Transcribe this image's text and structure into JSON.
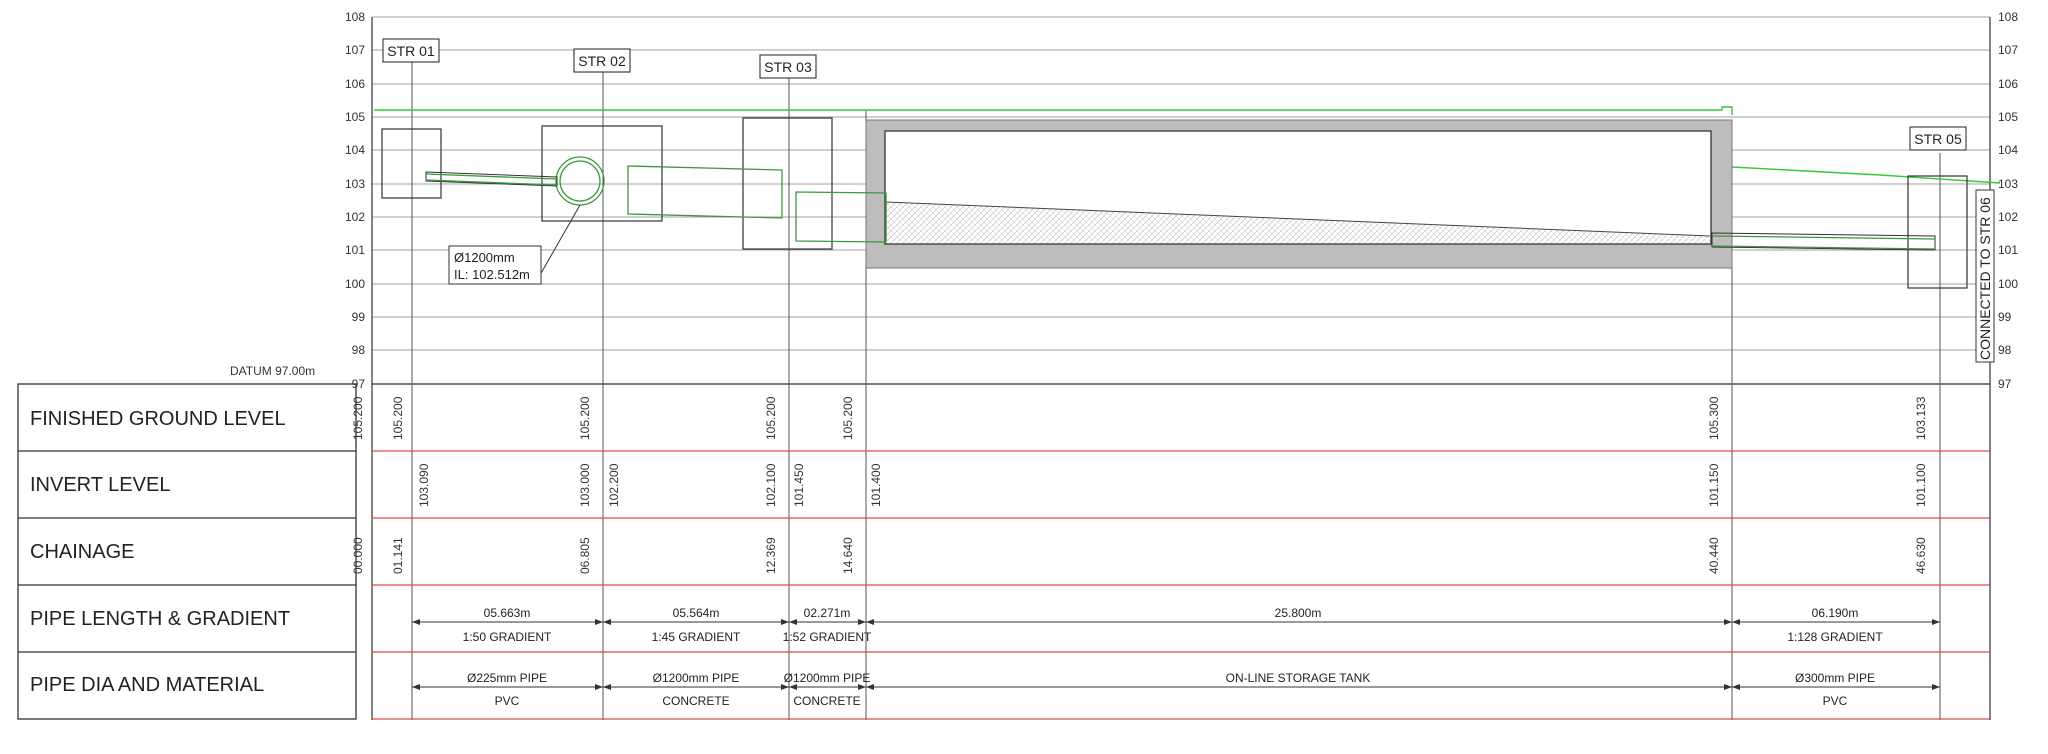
{
  "datum_label": "DATUM 97.00m",
  "level_ticks": [
    "108",
    "107",
    "106",
    "105",
    "104",
    "103",
    "102",
    "101",
    "100",
    "99",
    "98",
    "97"
  ],
  "structures": [
    {
      "label": "STR 01"
    },
    {
      "label": "STR 02"
    },
    {
      "label": "STR 03"
    },
    {
      "label": "STR 05"
    }
  ],
  "callout": {
    "line1": "Ø1200mm",
    "line2": "IL: 102.512m"
  },
  "connection_label": "CONNECTED TO STR 06",
  "rows": [
    {
      "label": "FINISHED GROUND LEVEL"
    },
    {
      "label": "INVERT LEVEL"
    },
    {
      "label": "CHAINAGE"
    },
    {
      "label": "PIPE LENGTH & GRADIENT"
    },
    {
      "label": "PIPE DIA AND MATERIAL"
    }
  ],
  "finished_ground_levels": [
    "105.200",
    "105.200",
    "105.200",
    "105.200",
    "105.200",
    "105.300",
    "103.133"
  ],
  "invert_levels": [
    "103.090",
    "103.000",
    "102.200",
    "102.100",
    "101.450",
    "101.400",
    "101.150",
    "101.100"
  ],
  "chainages": [
    "00.000",
    "01.141",
    "06.805",
    "12.369",
    "14.640",
    "40.440",
    "46.630"
  ],
  "pipe_lengths": [
    "05.663m",
    "05.564m",
    "02.271m",
    "25.800m",
    "06.190m"
  ],
  "gradients": [
    "1:50 GRADIENT",
    "1:45 GRADIENT",
    "1:52 GRADIENT",
    "",
    "1:128 GRADIENT"
  ],
  "diameters": [
    "Ø225mm PIPE",
    "Ø1200mm PIPE",
    "Ø1200mm PIPE",
    "ON-LINE STORAGE TANK",
    "Ø300mm PIPE"
  ],
  "materials": [
    "PVC",
    "CONCRETE",
    "CONCRETE",
    "",
    "PVC"
  ],
  "colors": {
    "ground_line": "#35c935",
    "pipe": "#3a9a3a",
    "row_divider": "#e24b4b",
    "tank_wall": "#bdbdbd",
    "grid": "#9a9a9a"
  }
}
